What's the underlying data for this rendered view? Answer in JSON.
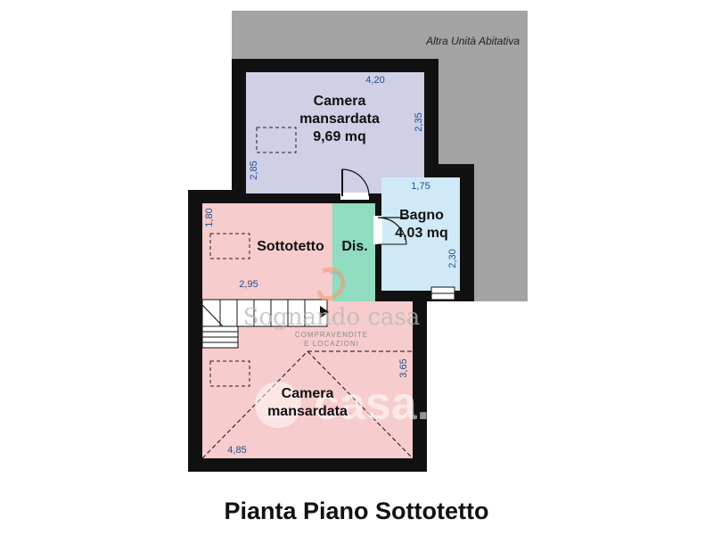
{
  "plan": {
    "title": "Pianta Piano Sottotetto",
    "neighbor_label": "Altra Unità Abitativa",
    "rooms": {
      "camera_top": {
        "line1": "Camera",
        "line2": "mansardata",
        "area": "9,69 mq"
      },
      "bagno": {
        "line1": "Bagno",
        "area": "4,03 mq"
      },
      "sottotetto": {
        "name": "Sottotetto"
      },
      "dis": {
        "name": "Dis."
      },
      "camera_bottom": {
        "line1": "Camera",
        "line2": "mansardata"
      }
    },
    "dimensions": {
      "camera_top_width": "4,20",
      "camera_top_depth": "2,35",
      "camera_top_left": "2,85",
      "bagno_width": "1,75",
      "bagno_height": "2,30",
      "sottotetto_left": "1,80",
      "sottotetto_width": "2,95",
      "camera_bottom_right": "3,65",
      "camera_bottom_width": "4,85"
    },
    "watermark": {
      "brand": "Sognando casa",
      "tagline_1": "COMPRAVENDITE",
      "tagline_2": "E LOCAZIONI",
      "portal": "casa.it"
    },
    "colors": {
      "neighbor": "#a3a3a3",
      "camera_top": "#cfcfe6",
      "bagno": "#cfeaf6",
      "sottotetto": "#f7cccc",
      "dis": "#8fdcc0",
      "camera_bottom": "#f7cccc",
      "wall": "#111111"
    }
  }
}
